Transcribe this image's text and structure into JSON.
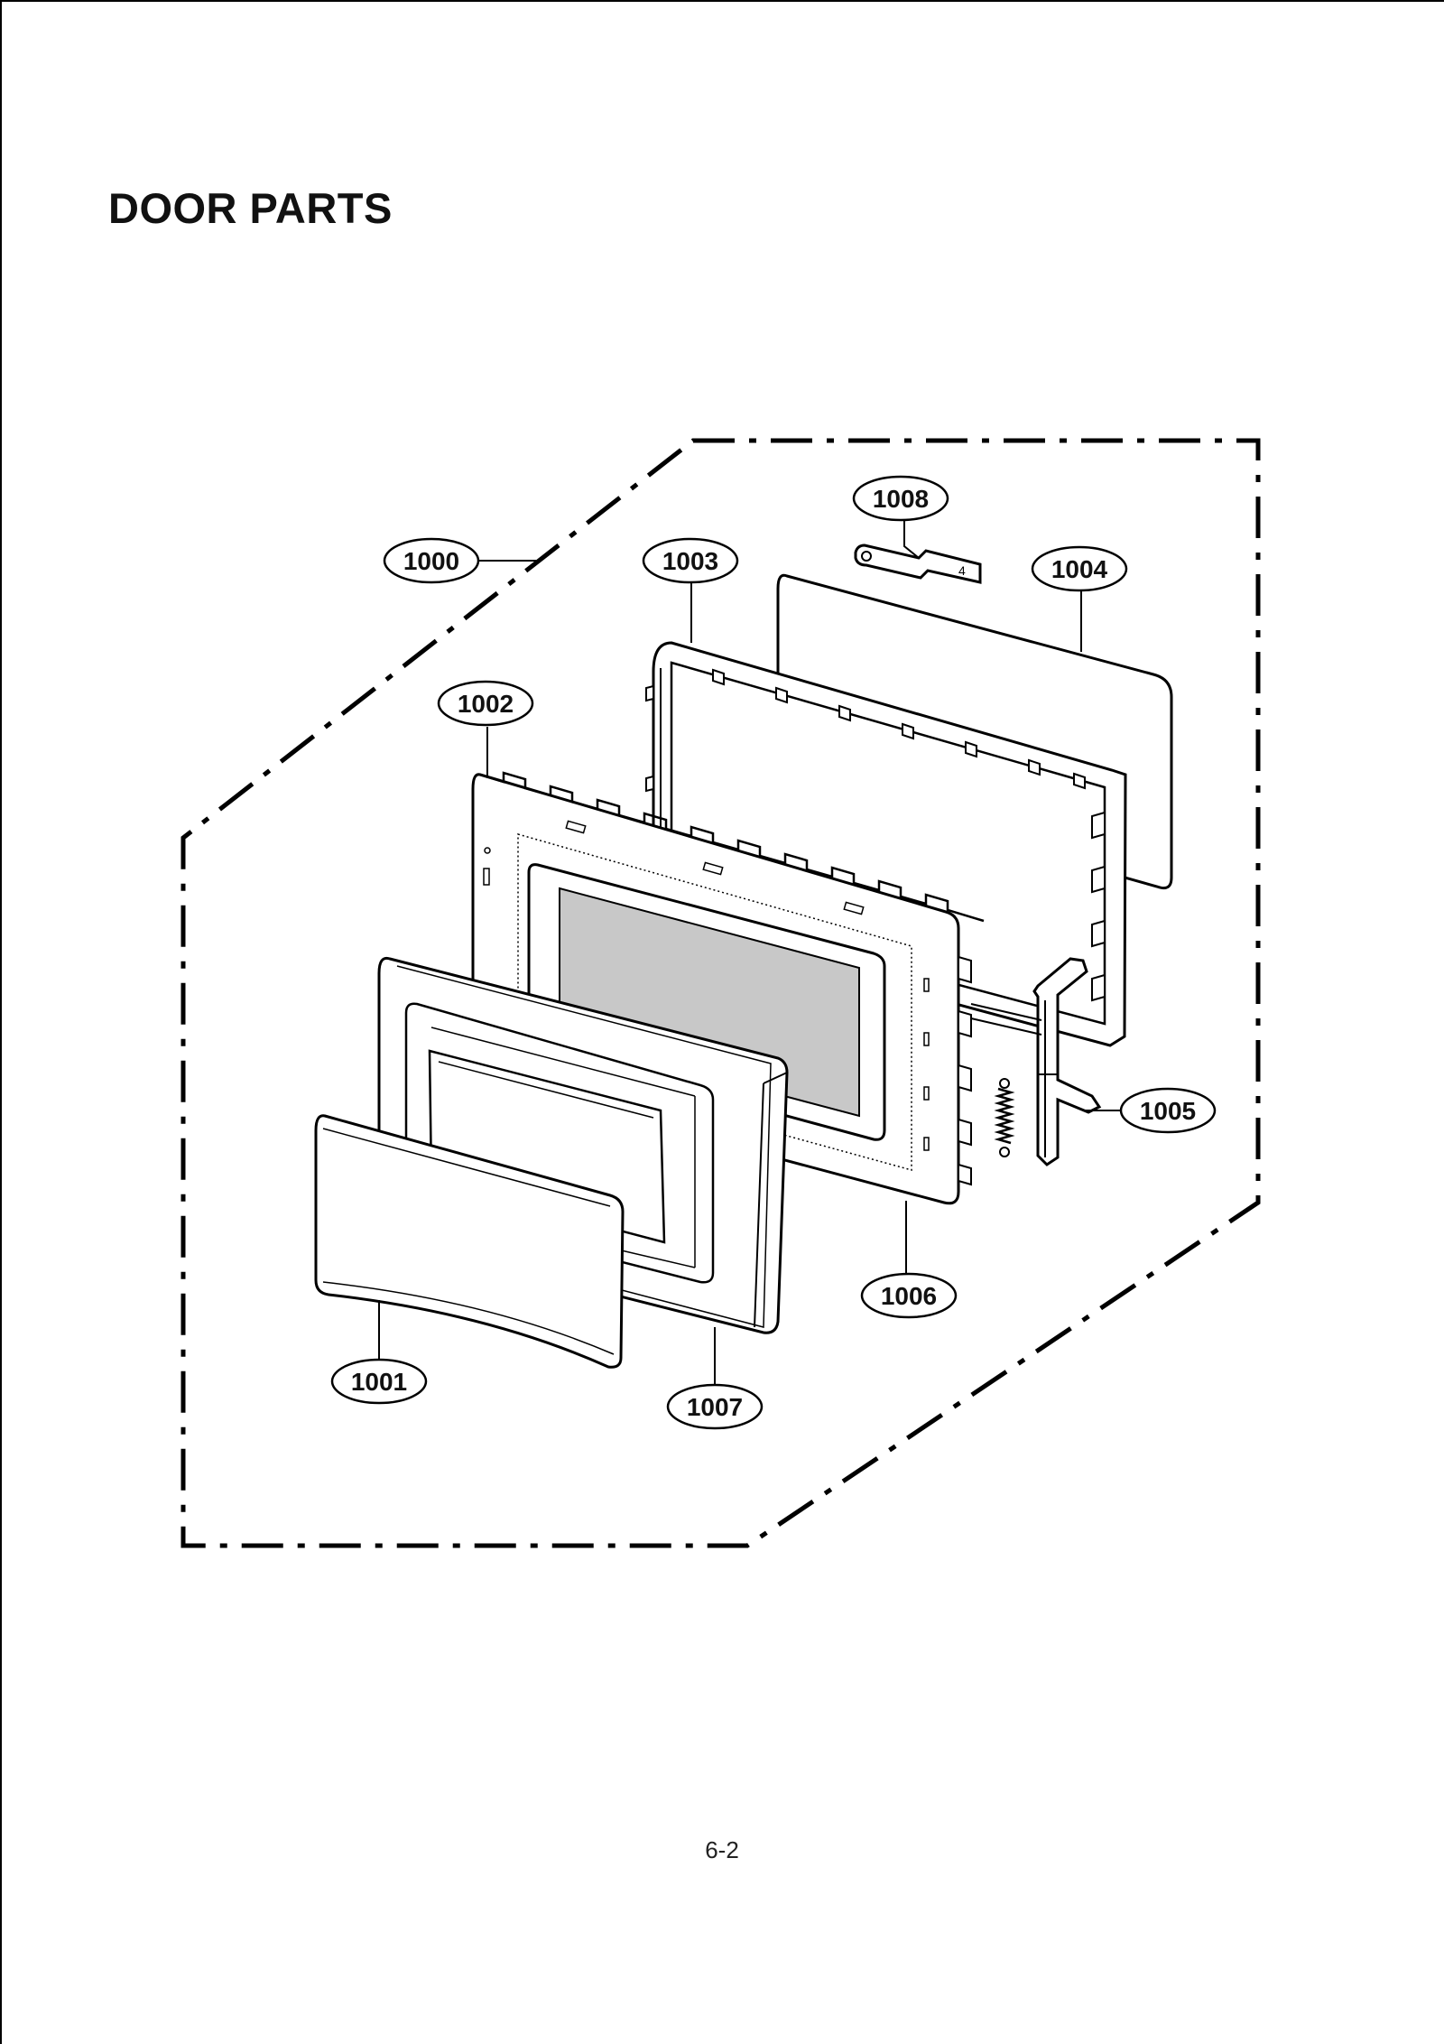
{
  "title": "DOOR PARTS",
  "page_number": "6-2",
  "parts": [
    {
      "id": "assembly",
      "label": "1000"
    },
    {
      "id": "door-cover",
      "label": "1001"
    },
    {
      "id": "door-frame",
      "label": "1002"
    },
    {
      "id": "choke-frame",
      "label": "1003"
    },
    {
      "id": "choke-cover",
      "label": "1004"
    },
    {
      "id": "latch",
      "label": "1005"
    },
    {
      "id": "door-screen",
      "label": "1006"
    },
    {
      "id": "door-front",
      "label": "1007"
    },
    {
      "id": "hinge",
      "label": "1008"
    }
  ]
}
